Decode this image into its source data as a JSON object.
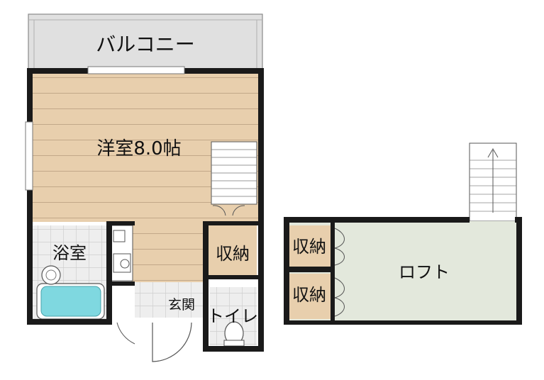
{
  "floor1": {
    "balcony": "バルコニー",
    "western_room": "洋室8.0帖",
    "bathroom": "浴室",
    "storage": "収納",
    "entrance": "玄関",
    "toilet": "トイレ"
  },
  "loft_floor": {
    "loft": "ロフト",
    "storage_upper": "収納",
    "storage_lower": "収納"
  },
  "colors": {
    "wall": "#1a1a1a",
    "wood_floor": "#e8cfad",
    "balcony": "#e0e0e0",
    "loft": "#e3e8dc",
    "tile": "#ececec",
    "bathtub": "#7fd8e0"
  }
}
